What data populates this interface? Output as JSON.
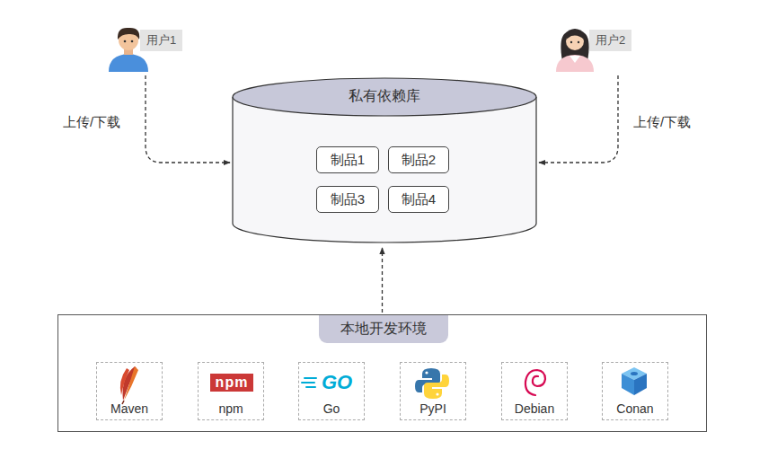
{
  "diagram": {
    "nodes": [
      {
        "text": [
          "用户1"
        ]
      },
      {
        "text": [
          "用户2"
        ]
      },
      {
        "text": [
          "私有依赖库"
        ]
      },
      {
        "text": [
          "制品1"
        ],
        "in": 2
      },
      {
        "text": [
          "制品2"
        ],
        "in": 2
      },
      {
        "text": [
          "制品3"
        ],
        "in": 2
      },
      {
        "text": [
          "制品4"
        ],
        "in": 2
      },
      {
        "text": [
          "本地开发环境"
        ]
      },
      {
        "text": [
          "Maven"
        ],
        "in": 7
      },
      {
        "text": [
          "npm",
          "npm"
        ],
        "in": 7
      },
      {
        "text": [
          "GO",
          "Go"
        ],
        "in": 7
      },
      {
        "text": [
          "PyPI"
        ],
        "in": 7
      },
      {
        "text": [
          "Debian"
        ],
        "in": 7
      },
      {
        "text": [
          "Conan"
        ],
        "in": 7
      }
    ],
    "edges": [
      {
        "from": 0,
        "to": 2,
        "label": "上传/下载",
        "arrow": "to"
      },
      {
        "from": 1,
        "to": 2,
        "label": "上传/下载",
        "arrow": "to"
      },
      {
        "from": 7,
        "to": 2,
        "arrow": "to"
      }
    ]
  }
}
